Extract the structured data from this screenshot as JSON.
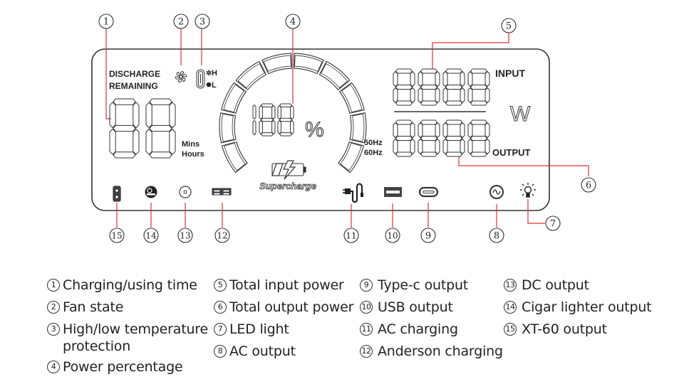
{
  "display": {
    "discharge_label": "DISCHARGE",
    "remaining_label": "REMAINING",
    "temp_high_label": "H",
    "temp_low_label": "L",
    "mins_label": "Mins",
    "hours_label": "Hours",
    "percent_digits": "188",
    "percent_symbol": "%",
    "supercharge_label": "Supercharge",
    "input_label": "INPUT",
    "output_label": "OUTPUT",
    "watt_label": "W",
    "hz50_label": "50Hz",
    "hz60_label": "60Hz",
    "time_digits": "88",
    "input_digits": "8888",
    "output_digits": "8888"
  },
  "callouts": [
    {
      "num": "1",
      "target": "charging-time-digits"
    },
    {
      "num": "2",
      "target": "fan-icon"
    },
    {
      "num": "3",
      "target": "thermometer-icon"
    },
    {
      "num": "4",
      "target": "percentage-digits"
    },
    {
      "num": "5",
      "target": "input-power-digits"
    },
    {
      "num": "6",
      "target": "output-power-digits"
    },
    {
      "num": "7",
      "target": "led-light-icon"
    },
    {
      "num": "8",
      "target": "ac-output-icon"
    },
    {
      "num": "9",
      "target": "type-c-icon"
    },
    {
      "num": "10",
      "target": "usb-icon"
    },
    {
      "num": "11",
      "target": "ac-charging-icon"
    },
    {
      "num": "12",
      "target": "anderson-icon"
    },
    {
      "num": "13",
      "target": "dc-output-icon"
    },
    {
      "num": "14",
      "target": "cigar-lighter-icon"
    },
    {
      "num": "15",
      "target": "xt60-icon"
    }
  ],
  "legend": [
    {
      "num": "1",
      "text": "Charging/using time"
    },
    {
      "num": "2",
      "text": "Fan state"
    },
    {
      "num": "3",
      "text": "High/low temperature",
      "text2": "protection"
    },
    {
      "num": "4",
      "text": "Power percentage"
    },
    {
      "num": "5",
      "text": "Total input power"
    },
    {
      "num": "6",
      "text": "Total output power"
    },
    {
      "num": "7",
      "text": "LED light"
    },
    {
      "num": "8",
      "text": "AC output"
    },
    {
      "num": "9",
      "text": "Type-c output"
    },
    {
      "num": "10",
      "text": "USB output"
    },
    {
      "num": "11",
      "text": "AC charging"
    },
    {
      "num": "12",
      "text": "Anderson charging"
    },
    {
      "num": "13",
      "text": "DC output"
    },
    {
      "num": "14",
      "text": "Cigar lighter output"
    },
    {
      "num": "15",
      "text": "XT-60 output"
    }
  ],
  "colors": {
    "callout_line": "#d9343b",
    "outline": "#333333",
    "text": "#222222"
  }
}
